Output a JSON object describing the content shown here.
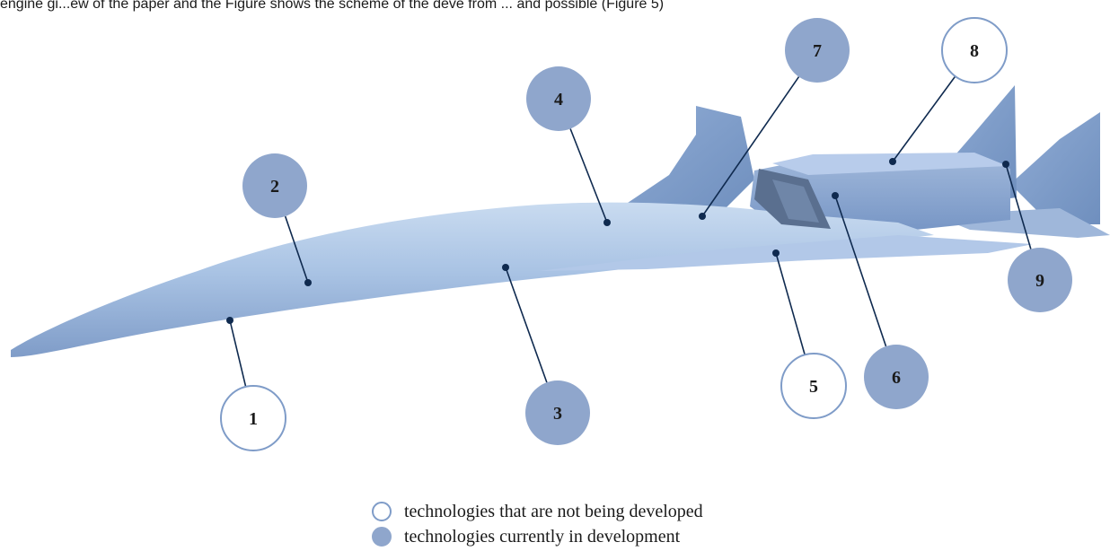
{
  "caption_fragment": "engine gi...ew of the paper and the Figure  shows the scheme of the  deve  from ... and possible (Figure 5)",
  "callouts": [
    {
      "number": "1",
      "status": "not_developed"
    },
    {
      "number": "2",
      "status": "in_development"
    },
    {
      "number": "3",
      "status": "in_development"
    },
    {
      "number": "4",
      "status": "in_development"
    },
    {
      "number": "5",
      "status": "not_developed"
    },
    {
      "number": "6",
      "status": "in_development"
    },
    {
      "number": "7",
      "status": "in_development"
    },
    {
      "number": "8",
      "status": "not_developed"
    },
    {
      "number": "9",
      "status": "in_development"
    }
  ],
  "legend": {
    "not_developed": "technologies that are not being developed",
    "in_development": "technologies currently in development"
  },
  "colors": {
    "aircraft_body": "#a9c3e4",
    "aircraft_shade": "#7f9cc8",
    "callout_filled": "#8fa6cc",
    "callout_outline": "#7f9cc8",
    "leader_line": "#0f2a4f",
    "text": "#1a1a1a"
  }
}
